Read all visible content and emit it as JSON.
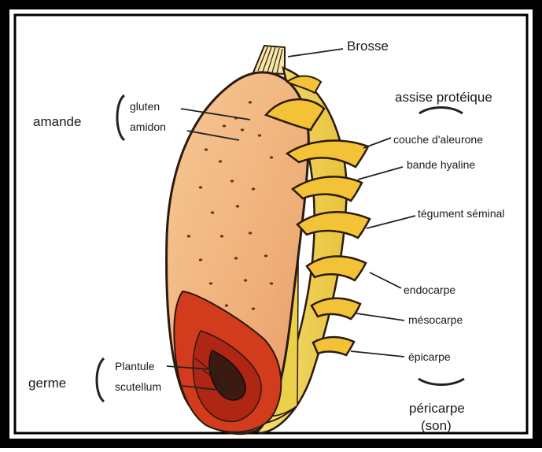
{
  "labels": {
    "brosse": "Brosse",
    "amande": "amande",
    "gluten": "gluten",
    "amidon": "amidon",
    "assise_proteique": "assise protéique",
    "couche_aleurone": "couche d'aleurone",
    "bande_hyaline": "bande hyaline",
    "tegument_seminal": "tégument séminal",
    "endocarpe": "endocarpe",
    "mesocarpe": "mésocarpe",
    "epicarpe": "épicarpe",
    "germe": "germe",
    "plantule": "Plantule",
    "scutellum": "scutellum",
    "pericarpe": "péricarpe",
    "son": "(son)"
  },
  "colors": {
    "frame": "#000000",
    "almond_fill": "#f2b47c",
    "almond_dots": "#7a2e14",
    "germ_outer": "#cc3a1a",
    "germ_inner": "#a0200f",
    "germ_core": "#3a1a12",
    "layers_yellow": "#ecd04a",
    "layers_light": "#f2e070",
    "layers_orange": "#e6a83a",
    "outline": "#2a1a10"
  }
}
